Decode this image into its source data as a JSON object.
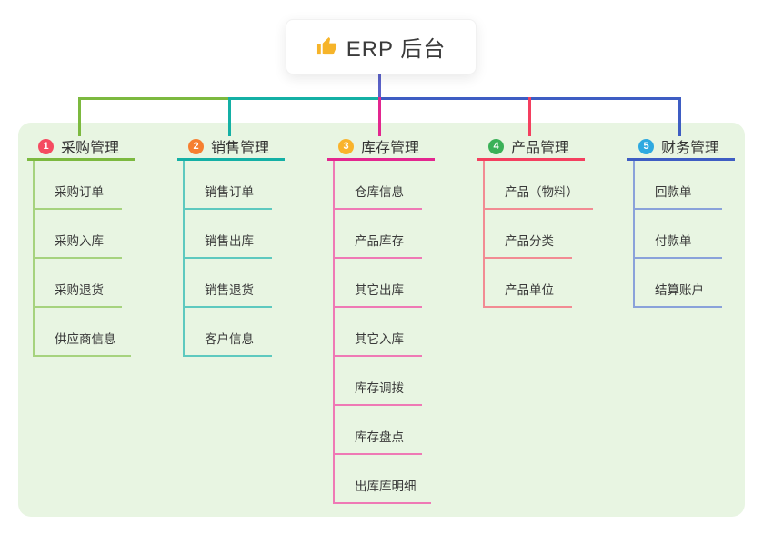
{
  "root": {
    "label": "ERP 后台",
    "icon": "thumbs-up",
    "icon_color": "#f6b42a",
    "line_color": "#5b62c9"
  },
  "panel": {
    "bg_color": "#e8f5e2"
  },
  "bus": {
    "segment_colors": [
      "#7cb93f",
      "#14b0a5",
      "#3e5dc3"
    ]
  },
  "branches": [
    {
      "number": "1",
      "label": "采购管理",
      "badge_color": "#f54b61",
      "line_color": "#7cb93f",
      "sub_line_color": "#a6d37e",
      "items": [
        "采购订单",
        "采购入库",
        "采购退货",
        "供应商信息"
      ]
    },
    {
      "number": "2",
      "label": "销售管理",
      "badge_color": "#f67f30",
      "line_color": "#14b0a5",
      "sub_line_color": "#5ec9bf",
      "items": [
        "销售订单",
        "销售出库",
        "销售退货",
        "客户信息"
      ]
    },
    {
      "number": "3",
      "label": "库存管理",
      "badge_color": "#f9b32b",
      "line_color": "#e3268f",
      "sub_line_color": "#ef79b5",
      "items": [
        "仓库信息",
        "产品库存",
        "其它出库",
        "其它入库",
        "库存调拨",
        "库存盘点",
        "出库库明细"
      ]
    },
    {
      "number": "4",
      "label": "产品管理",
      "badge_color": "#3bb158",
      "line_color": "#f43f5f",
      "sub_line_color": "#f28b93",
      "items": [
        "产品（物料）",
        "产品分类",
        "产品单位"
      ]
    },
    {
      "number": "5",
      "label": "财务管理",
      "badge_color": "#2ea9e0",
      "line_color": "#3e5dc3",
      "sub_line_color": "#8aa2da",
      "items": [
        "回款单",
        "付款单",
        "结算账户"
      ]
    }
  ]
}
